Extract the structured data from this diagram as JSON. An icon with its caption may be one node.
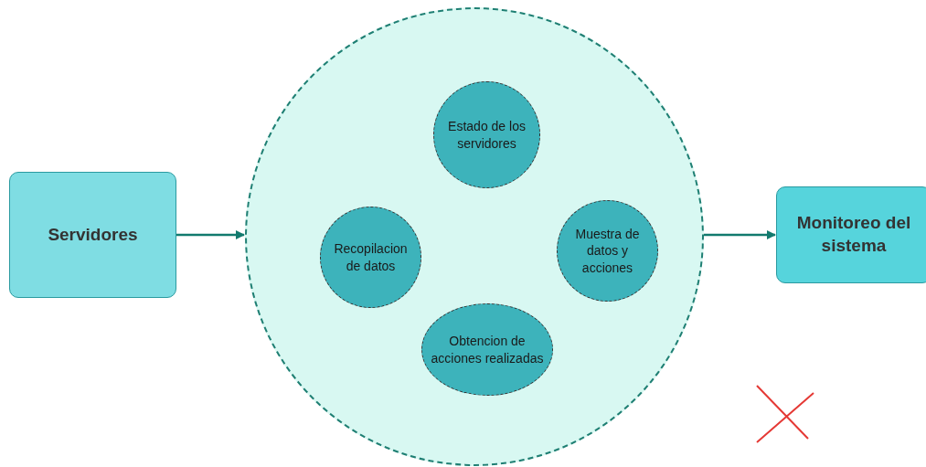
{
  "diagram": {
    "nodes": [
      {
        "text": [
          "Servidores"
        ]
      },
      {
        "text": [],
        "shape": "circle"
      },
      {
        "text": [
          "Estado de los servidores"
        ],
        "in": 1
      },
      {
        "text": [
          "Recopilacion de datos"
        ],
        "in": 1
      },
      {
        "text": [
          "Muestra de datos y acciones"
        ],
        "in": 1
      },
      {
        "text": [
          "Obtencion de acciones realizadas"
        ],
        "in": 1
      },
      {
        "text": [
          "Monitoreo del sistema"
        ]
      }
    ],
    "edges": [
      {
        "from": 0,
        "to": 1,
        "arrow": "to"
      },
      {
        "from": 1,
        "to": 6,
        "arrow": "to"
      }
    ]
  }
}
